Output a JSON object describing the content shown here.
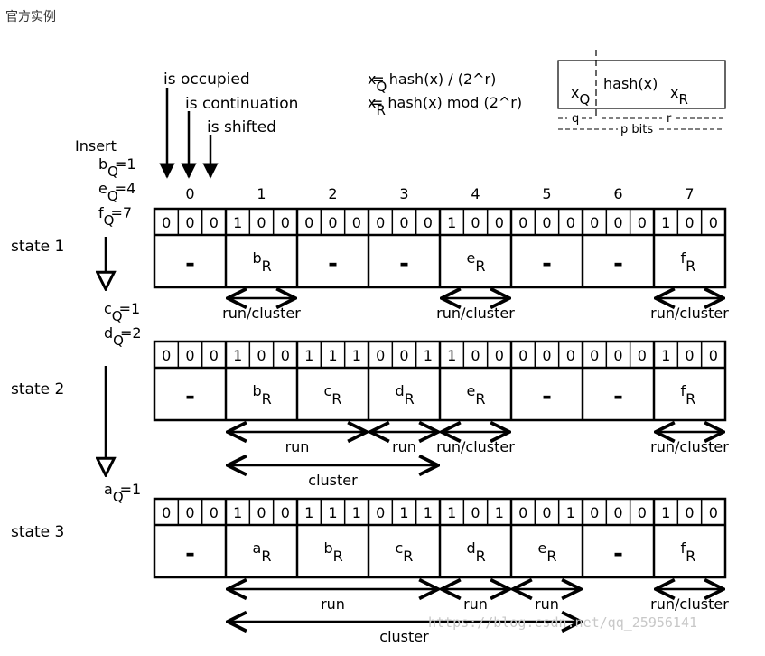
{
  "caption": "官方实例",
  "colors": {
    "ink": "#000000",
    "watermark": "#c8c8c8",
    "caption": "#333333"
  },
  "header": {
    "arrow_labels": [
      "is occupied",
      "is continuation",
      "is shifted"
    ],
    "formula_q_lhs": "x",
    "formula_q_sub": "Q",
    "formula_q_rhs": "= hash(x) / (2^r)",
    "formula_r_lhs": "x",
    "formula_r_sub": "R",
    "formula_r_rhs": "= hash(x) mod (2^r)",
    "hash_box_label": "hash(x)",
    "hash_box_xq": "x",
    "hash_box_xq_sub": "Q",
    "hash_box_xr": "x",
    "hash_box_xr_sub": "R",
    "q_label": "q",
    "r_label": "r",
    "p_bits_label": "p bits"
  },
  "slot_indices": [
    "0",
    "1",
    "2",
    "3",
    "4",
    "5",
    "6",
    "7"
  ],
  "insert_title": "Insert",
  "inserts": {
    "before_1": [
      {
        "base": "b",
        "sub": "Q",
        "val": "=1"
      },
      {
        "base": "e",
        "sub": "Q",
        "val": "=4"
      },
      {
        "base": "f",
        "sub": "Q",
        "val": "=7"
      }
    ],
    "before_2": [
      {
        "base": "c",
        "sub": "Q",
        "val": "=1"
      },
      {
        "base": "d",
        "sub": "Q",
        "val": "=2"
      }
    ],
    "before_3": [
      {
        "base": "a",
        "sub": "Q",
        "val": "=1"
      }
    ]
  },
  "states": [
    {
      "label": "state 1",
      "bits": [
        [
          "0",
          "0",
          "0"
        ],
        [
          "1",
          "0",
          "0"
        ],
        [
          "0",
          "0",
          "0"
        ],
        [
          "0",
          "0",
          "0"
        ],
        [
          "1",
          "0",
          "0"
        ],
        [
          "0",
          "0",
          "0"
        ],
        [
          "0",
          "0",
          "0"
        ],
        [
          "1",
          "0",
          "0"
        ]
      ],
      "slots": [
        {
          "base": "-",
          "sub": ""
        },
        {
          "base": "b",
          "sub": "R"
        },
        {
          "base": "-",
          "sub": ""
        },
        {
          "base": "-",
          "sub": ""
        },
        {
          "base": "e",
          "sub": "R"
        },
        {
          "base": "-",
          "sub": ""
        },
        {
          "base": "-",
          "sub": ""
        },
        {
          "base": "f",
          "sub": "R"
        }
      ],
      "spans": [
        {
          "label": "run/cluster",
          "from": 1,
          "to": 2
        },
        {
          "label": "run/cluster",
          "from": 4,
          "to": 5
        },
        {
          "label": "run/cluster",
          "from": 7,
          "to": 8
        }
      ]
    },
    {
      "label": "state 2",
      "bits": [
        [
          "0",
          "0",
          "0"
        ],
        [
          "1",
          "0",
          "0"
        ],
        [
          "1",
          "1",
          "1"
        ],
        [
          "0",
          "0",
          "1"
        ],
        [
          "1",
          "0",
          "0"
        ],
        [
          "0",
          "0",
          "0"
        ],
        [
          "0",
          "0",
          "0"
        ],
        [
          "1",
          "0",
          "0"
        ]
      ],
      "slots": [
        {
          "base": "-",
          "sub": ""
        },
        {
          "base": "b",
          "sub": "R"
        },
        {
          "base": "c",
          "sub": "R"
        },
        {
          "base": "d",
          "sub": "R"
        },
        {
          "base": "e",
          "sub": "R"
        },
        {
          "base": "-",
          "sub": ""
        },
        {
          "base": "-",
          "sub": ""
        },
        {
          "base": "f",
          "sub": "R"
        }
      ],
      "spans": [
        {
          "label": "run",
          "from": 1,
          "to": 3
        },
        {
          "label": "run",
          "from": 3,
          "to": 4
        },
        {
          "label": "run/cluster",
          "from": 4,
          "to": 5
        },
        {
          "label": "run/cluster",
          "from": 7,
          "to": 8
        },
        {
          "label": "cluster",
          "from": 1,
          "to": 4
        }
      ]
    },
    {
      "label": "state 3",
      "bits": [
        [
          "0",
          "0",
          "0"
        ],
        [
          "1",
          "0",
          "0"
        ],
        [
          "1",
          "1",
          "1"
        ],
        [
          "0",
          "1",
          "1"
        ],
        [
          "1",
          "0",
          "1"
        ],
        [
          "0",
          "0",
          "1"
        ],
        [
          "0",
          "0",
          "0"
        ],
        [
          "1",
          "0",
          "0"
        ]
      ],
      "slots": [
        {
          "base": "-",
          "sub": ""
        },
        {
          "base": "a",
          "sub": "R"
        },
        {
          "base": "b",
          "sub": "R"
        },
        {
          "base": "c",
          "sub": "R"
        },
        {
          "base": "d",
          "sub": "R"
        },
        {
          "base": "e",
          "sub": "R"
        },
        {
          "base": "-",
          "sub": ""
        },
        {
          "base": "f",
          "sub": "R"
        }
      ],
      "spans": [
        {
          "label": "run",
          "from": 1,
          "to": 4
        },
        {
          "label": "run",
          "from": 4,
          "to": 5
        },
        {
          "label": "run",
          "from": 5,
          "to": 6
        },
        {
          "label": "run/cluster",
          "from": 7,
          "to": 8
        },
        {
          "label": "cluster",
          "from": 1,
          "to": 6
        }
      ]
    }
  ],
  "watermark": "https://blog.csdn.net/qq_25956141"
}
